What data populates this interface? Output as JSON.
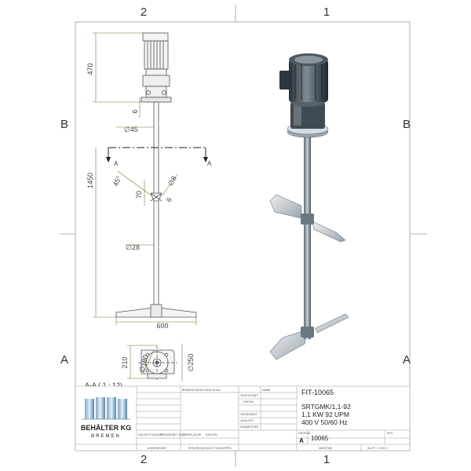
{
  "border": {
    "top_labels": [
      "2",
      "1"
    ],
    "bottom_labels": [
      "2",
      "1"
    ],
    "left_labels": [
      "B",
      "A"
    ],
    "right_labels": [
      "B",
      "A"
    ]
  },
  "dimensions": {
    "motor_height": "470",
    "flange_thickness": "6",
    "shaft_diameter_top": "∅45",
    "shaft_length": "1450",
    "blade_angle": "45°",
    "hub_height": "70",
    "bolt_diameter": "∅8",
    "small_dim": "6",
    "shaft_diameter_bottom": "∅28",
    "impeller_width": "600",
    "flange_height": "210",
    "flange_inner_diameter": "∅180",
    "flange_outer_diameter": "∅250",
    "section_marker": "A"
  },
  "section_view": {
    "label": "A-A ( 1 : 12)"
  },
  "title_block": {
    "company_name": "BEHÄLTER KG",
    "company_city": "BREMEN",
    "dimension_note": "BEMASSUNGEN SIND IN mm",
    "name_header": "NAME",
    "drawn_label": "GEZEICHNET",
    "date_label": "DATUM",
    "checked_label": "GENEHMIGT",
    "quality_label": "QUALITÄT",
    "comment_label": "KOMMENTAR",
    "part_number": "FIT-10065",
    "description_line1": "SRTGMK/1,1-92",
    "description_line2": "1,1 KW 92 UPM",
    "description_line3": "400 V 50/60 Hz",
    "size_header": "GRÖSSE",
    "size_value": "A",
    "drawing_number": "10065",
    "revision_label": "REV.",
    "scale_label": "MASSTAB",
    "sheet_label": "BLATT 1 VON 1",
    "usage_label": "ANWENDUNG",
    "no_scale_note": "ZEICHNUNG NICHT SKALIEREN",
    "next_assembly": "NÄCHSTE BAUGR.",
    "used_on": "VERWENDET AUF",
    "finish": "OBERFLÄCHE",
    "edge": "KANTEN"
  },
  "colors": {
    "line": "#555555",
    "dimension": "#6a7f2a",
    "frame": "#9a9a9a",
    "metal_dark": "#3d4a55",
    "metal_mid": "#8b98a3",
    "metal_light": "#d8dde2",
    "logo_blue": "#3a7ca8"
  }
}
